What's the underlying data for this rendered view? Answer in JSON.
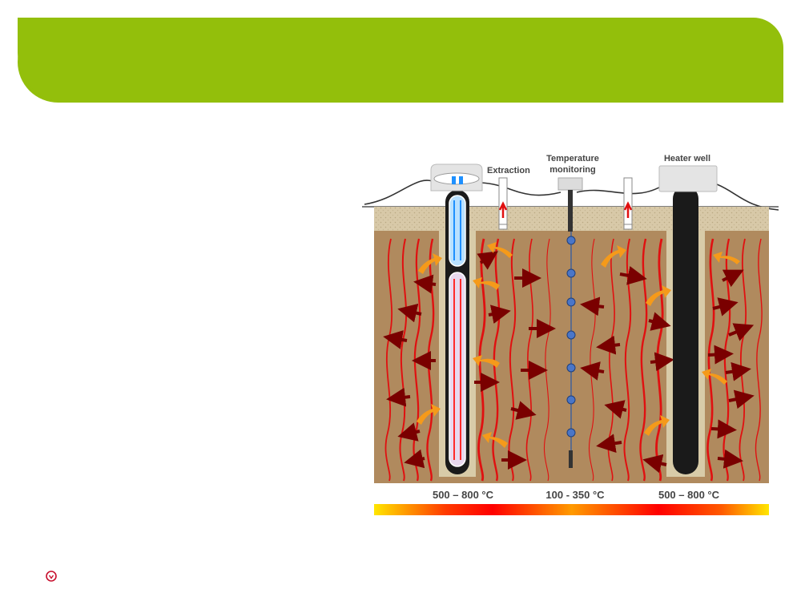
{
  "labels": {
    "extraction": "Extraction",
    "temperature_monitoring_line1": "Temperature",
    "temperature_monitoring_line2": "monitoring",
    "heater_well": "Heater well"
  },
  "temperature_zones": {
    "left": "500 – 800 °C",
    "middle": "100 - 350 °C",
    "right": "500 – 800 °C"
  },
  "colors": {
    "banner": "#93bf0b",
    "soil": "#b08a5e",
    "heat_line": "#e01010",
    "heat_arrow": "#7a0000",
    "vapor_arrow": "#f59a1a",
    "sensor": "#4a76c8",
    "well": "#1a1a1a"
  },
  "icons": {
    "footer_logo": "logo-icon"
  }
}
